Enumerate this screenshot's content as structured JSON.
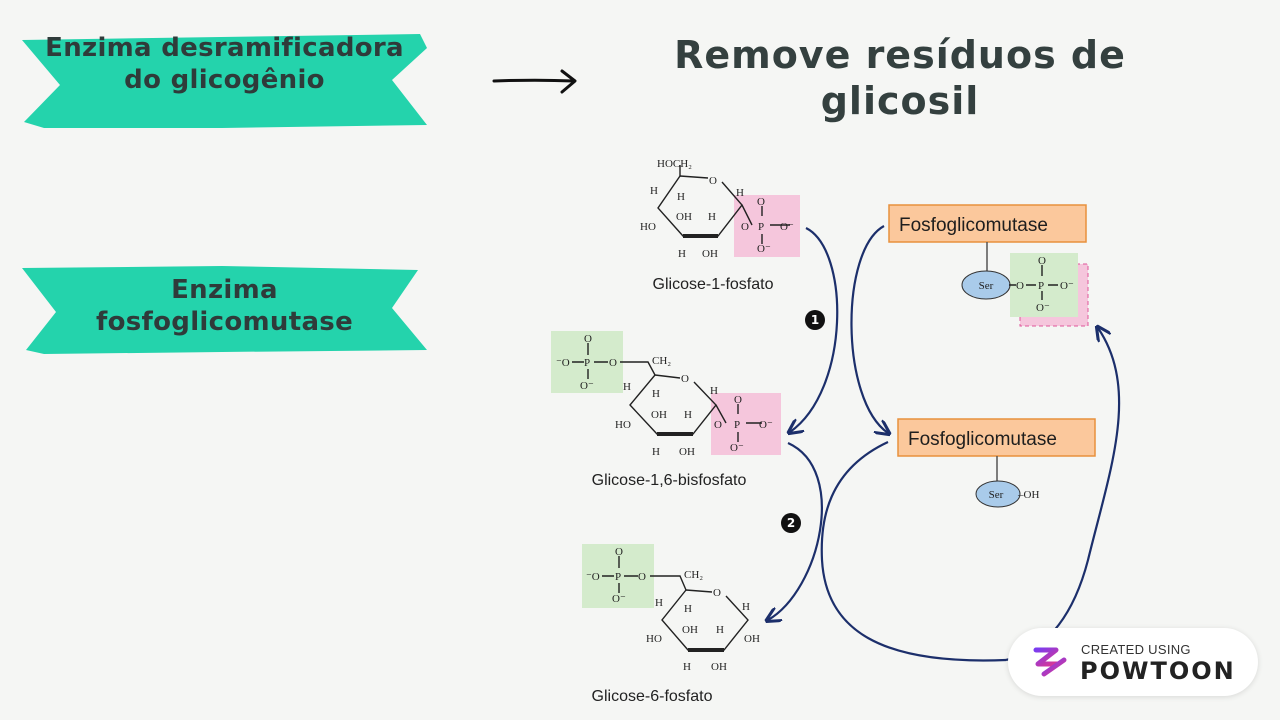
{
  "left_labels": [
    {
      "lines": [
        "Enzima desramificadora",
        "do glicogênio"
      ]
    },
    {
      "lines": [
        "Enzima",
        "fosfoglicomutase"
      ]
    }
  ],
  "headline": {
    "line1": "Remove resíduos de",
    "line2": "glicosil"
  },
  "diagram": {
    "molecules": [
      {
        "caption": "Glicose-1-fosfato"
      },
      {
        "caption": "Glicose-1,6-bisfosfato"
      },
      {
        "caption": "Glicose-6-fosfato"
      }
    ],
    "enzymes": [
      {
        "label": "Fosfoglicomutase"
      },
      {
        "label": "Fosfoglicomutase"
      }
    ],
    "steps": [
      "❶",
      "❷"
    ],
    "atoms": {
      "hoch2": "HOCH₂",
      "ch2": "CH₂",
      "o": "O",
      "oh": "OH",
      "ho": "HO",
      "h": "H",
      "p": "P",
      "o_minus": "O⁻",
      "minus_o": "⁻O",
      "ser": "Ser",
      "ser_oh": "–OH"
    }
  },
  "colors": {
    "ribbon": "#24d3ac",
    "phosphate_pink": "#f5c6dc",
    "phosphate_green": "#d4ebcc",
    "enzyme_box": "#fbc89c",
    "enzyme_border": "#e8913d",
    "arrow": "#1c2f6b",
    "ser_blob": "#a9cbea"
  },
  "badge": {
    "small": "CREATED USING",
    "big": "POWTOON",
    "icon": "powtoon-logo-icon"
  }
}
